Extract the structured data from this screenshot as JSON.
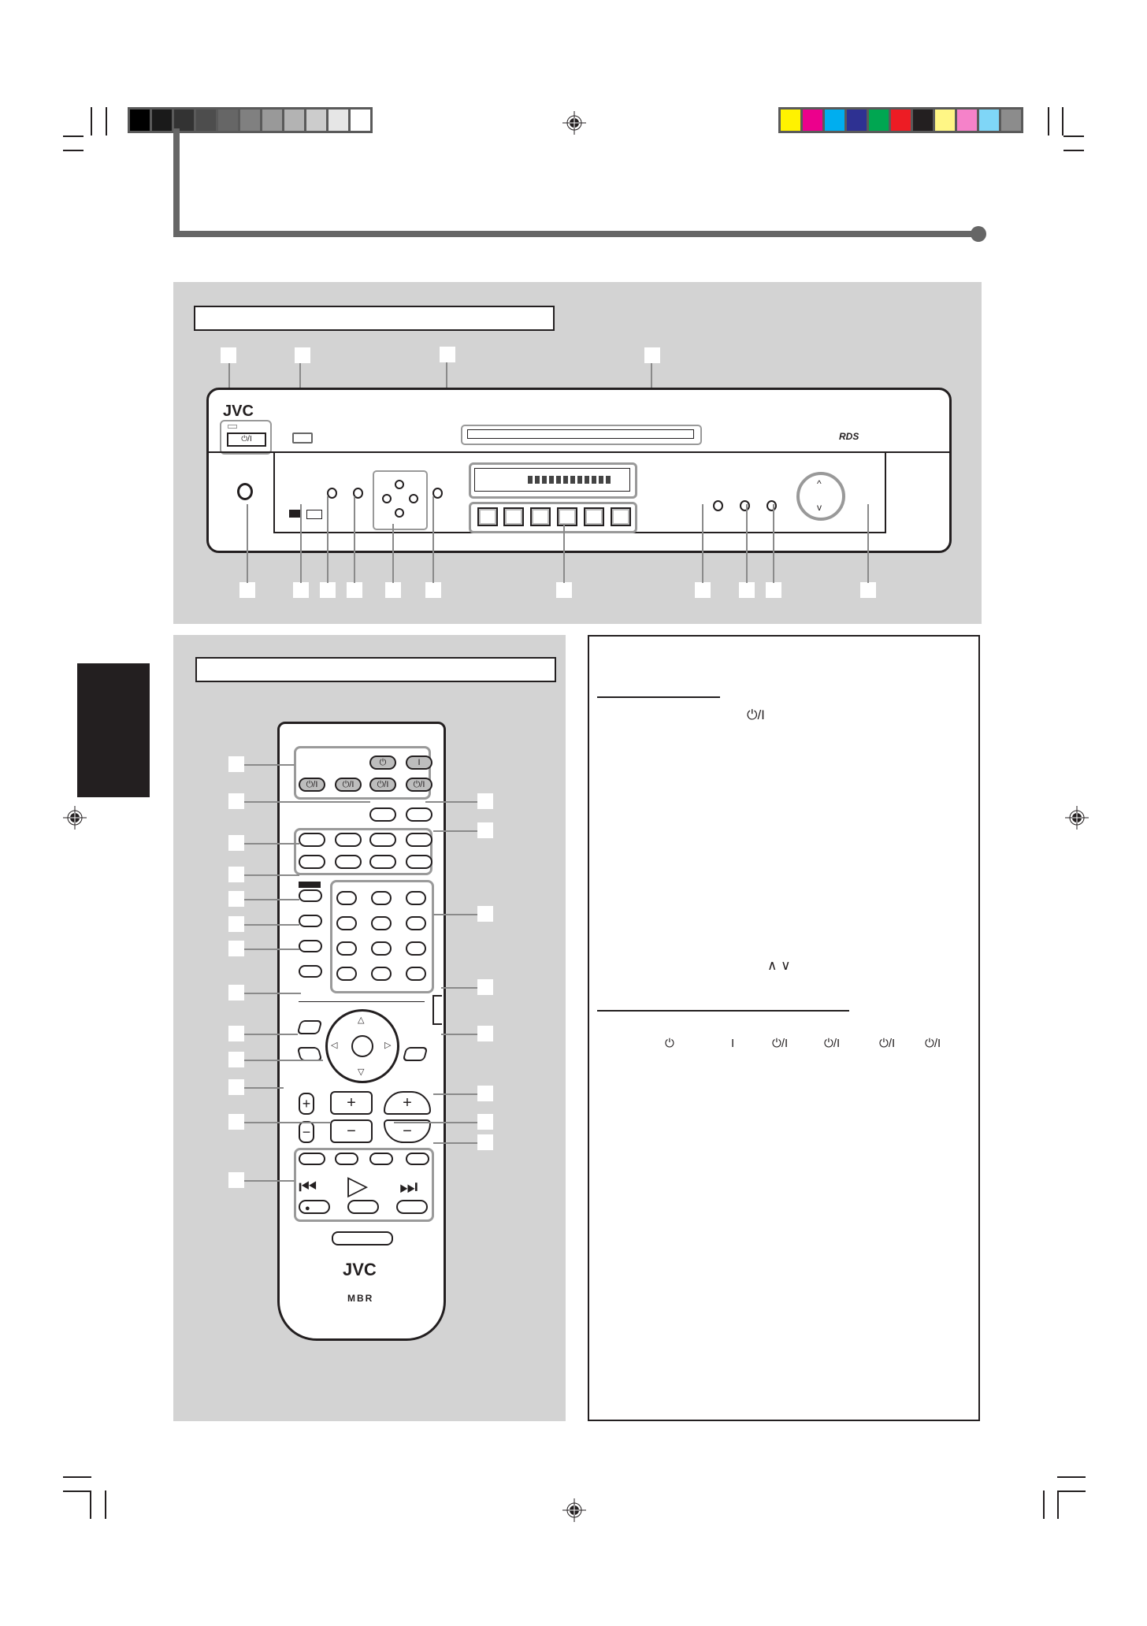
{
  "print_marks": {
    "grayscale_swatches": [
      "#000000",
      "#1a1a1a",
      "#333333",
      "#4d4d4d",
      "#666666",
      "#808080",
      "#999999",
      "#b3b3b3",
      "#cccccc",
      "#e6e6e6",
      "#ffffff"
    ],
    "color_swatches": [
      "#fff200",
      "#ec008c",
      "#00aeef",
      "#2e3192",
      "#00a651",
      "#ed1c24",
      "#231f20",
      "#fff685",
      "#f582c9",
      "#7fd6f7",
      "#8c8c8c"
    ]
  },
  "header": {
    "rule_color": "#666666"
  },
  "front_panel": {
    "heading": "",
    "brand": "JVC",
    "power_button_label": "⏻/I",
    "rds_logo": "RDS",
    "callouts_top": [
      "",
      "",
      "",
      ""
    ],
    "callouts_bottom": [
      "",
      "",
      "",
      "",
      "",
      "",
      "",
      "",
      "",
      "",
      "",
      "",
      ""
    ]
  },
  "remote_panel": {
    "heading": "",
    "brand": "JVC",
    "sub_logo": "MBR",
    "power_row1": [
      "⏻",
      "I"
    ],
    "power_row2": [
      "⏻/I",
      "⏻/I",
      "⏻/I",
      "⏻/I"
    ],
    "callouts_left": [
      "",
      "",
      "",
      "",
      "",
      "",
      "",
      "",
      "",
      "",
      "",
      "",
      ""
    ],
    "callouts_right": [
      "",
      "",
      "",
      "",
      "",
      "",
      "",
      "",
      ""
    ]
  },
  "description": {
    "symbol_power_toggle": "⏻/I",
    "symbol_up_down": "∧ ∨",
    "symbol_row": [
      "⏻",
      "I",
      "⏻/I",
      "⏻/I",
      "⏻/I",
      "⏻/I"
    ]
  }
}
